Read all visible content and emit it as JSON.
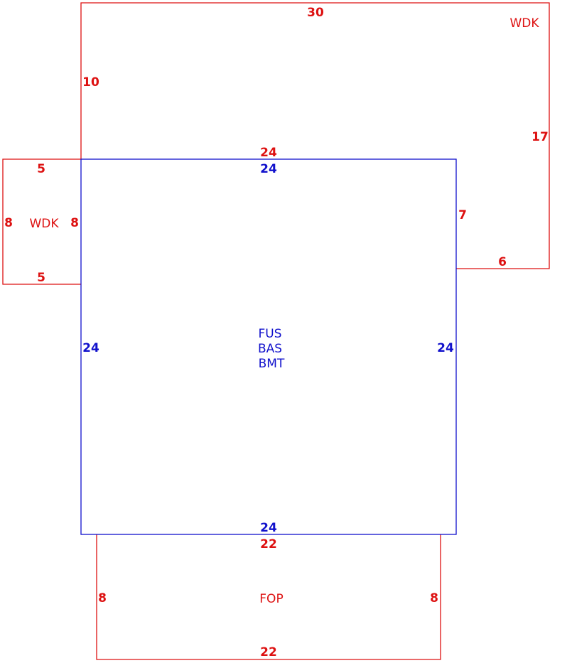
{
  "colors": {
    "addition": "#dd1111",
    "main_building": "#1111cc",
    "background": "#ffffff"
  },
  "main_building": {
    "codes": [
      "FUS",
      "BAS",
      "BMT"
    ],
    "dims": {
      "top": "24",
      "bottom": "24",
      "left": "24",
      "right": "24"
    }
  },
  "wood_deck_upper": {
    "label": "WDK",
    "dims": {
      "top": "30",
      "left": "10",
      "right": "17",
      "bottom": "6",
      "inner_right": "7",
      "inner_top": "24"
    }
  },
  "wood_deck_left": {
    "label": "WDK",
    "dims": {
      "top": "5",
      "bottom": "5",
      "left": "8",
      "right": "8"
    }
  },
  "front_porch": {
    "label": "FOP",
    "dims": {
      "top": "22",
      "bottom": "22",
      "left": "8",
      "right": "8"
    }
  }
}
